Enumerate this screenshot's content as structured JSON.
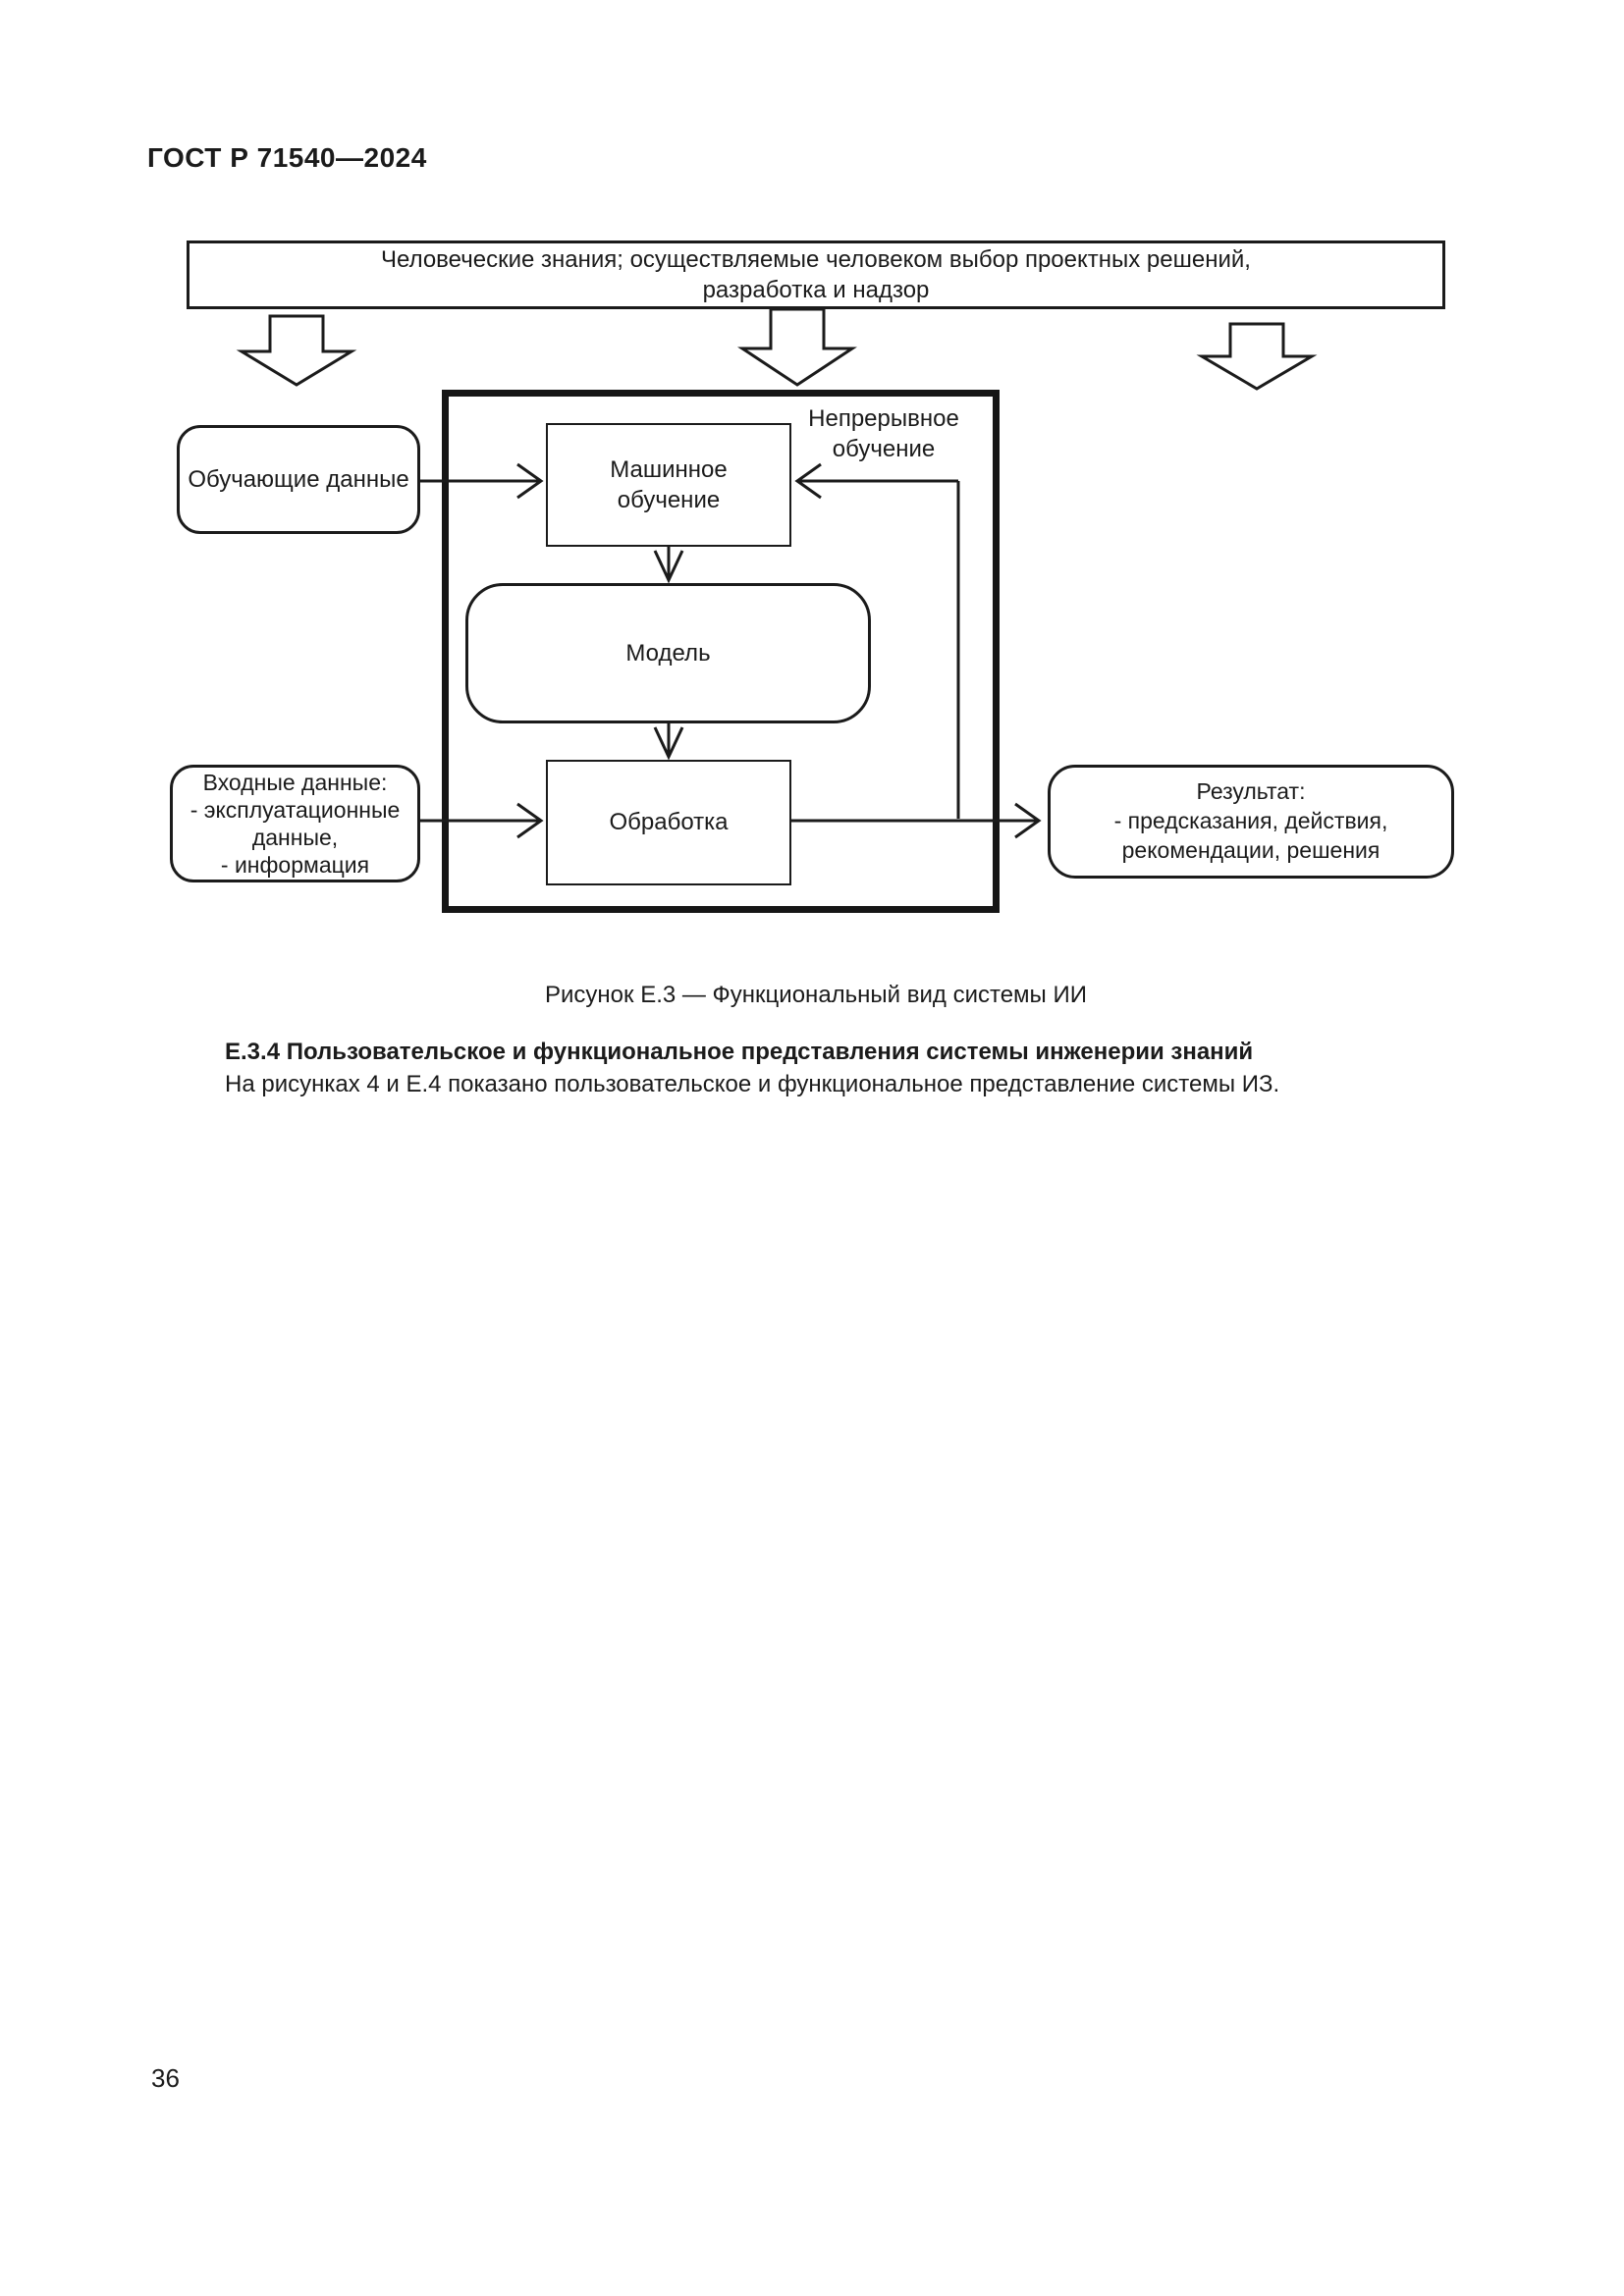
{
  "page": {
    "header": "ГОСТ Р 71540—2024",
    "page_number": "36"
  },
  "diagram": {
    "human_knowledge": "Человеческие знания; осуществляемые человеком выбор проектных решений,\nразработка и надзор",
    "training_data": "Обучающие данные",
    "machine_learning": "Машинное\nобучение",
    "continuous_learning": "Непрерывное\nобучение",
    "model": "Модель",
    "processing": "Обработка",
    "input_data": "Входные данные:\n- эксплуатационные\nданные,\n- информация",
    "result": "Результат:\n- предсказания, действия,\nрекомендации, решения"
  },
  "caption": "Рисунок Е.3 — Функциональный вид системы ИИ",
  "section": {
    "heading": "Е.3.4 Пользовательское и функциональное представления системы инженерии знаний",
    "body": "На рисунках 4 и Е.4 показано пользовательское и функциональное представление системы ИЗ."
  },
  "colors": {
    "ink": "#1b1b1b",
    "paper": "#ffffff"
  }
}
